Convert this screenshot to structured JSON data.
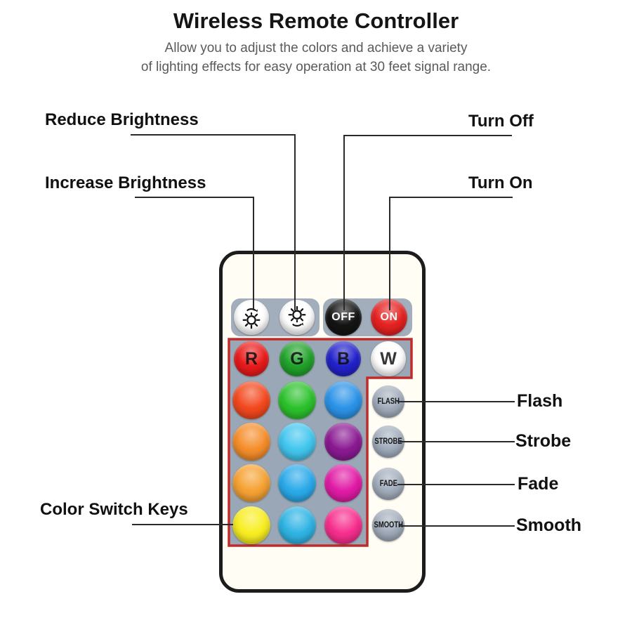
{
  "header": {
    "title": "Wireless Remote Controller",
    "subtitle_line1": "Allow you to adjust the colors and achieve a variety",
    "subtitle_line2": "of lighting effects for easy operation at 30 feet signal range."
  },
  "callouts": {
    "reduce_brightness": "Reduce Brightness",
    "increase_brightness": "Increase Brightness",
    "turn_off": "Turn Off",
    "turn_on": "Turn On",
    "color_switch_keys": "Color Switch Keys",
    "flash": "Flash",
    "strobe": "Strobe",
    "fade": "Fade",
    "smooth": "Smooth"
  },
  "remote": {
    "power_keys": {
      "off_label": "OFF",
      "on_label": "ON"
    },
    "brightness_keys": {
      "increase_icon": "sun-brightness-increase-icon",
      "reduce_icon": "sun-brightness-reduce-icon"
    },
    "color_keys": {
      "row1": [
        {
          "label": "R",
          "color": "#ea1b1b"
        },
        {
          "label": "G",
          "color": "#21a32b"
        },
        {
          "label": "B",
          "color": "#2222cc"
        },
        {
          "label": "W",
          "color": "#ffffff"
        }
      ],
      "row2": [
        "#f3491e",
        "#2cc22c",
        "#2b93e8"
      ],
      "row3": [
        "#f58e2b",
        "#42c6ef",
        "#8b1a93"
      ],
      "row4": [
        "#f6a233",
        "#2aaaea",
        "#e11ba5"
      ],
      "row5": [
        "#f8ee21",
        "#2fb4e4",
        "#f72e8e"
      ]
    },
    "function_keys": [
      {
        "label": "FLASH"
      },
      {
        "label": "STROBE"
      },
      {
        "label": "FADE"
      },
      {
        "label": "SMOOTH"
      }
    ],
    "colors": {
      "panel_gray": "#a3aebd",
      "grid_gray": "#9aa7b6",
      "red_outline": "#c22b2b",
      "on_red": "#e62222",
      "off_black": "#141414",
      "body_white": "#fffdf4"
    }
  }
}
